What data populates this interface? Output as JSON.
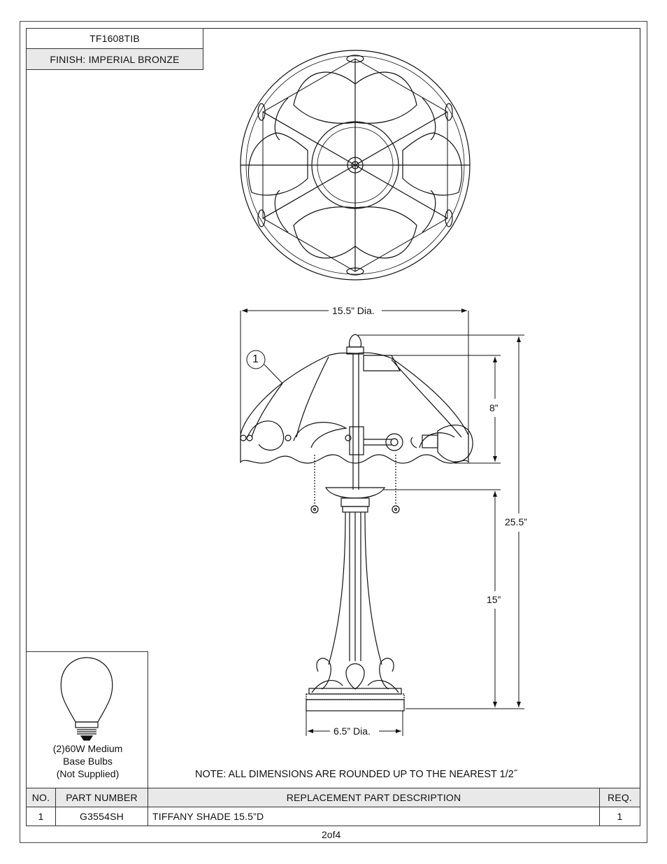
{
  "title_block": {
    "model": "TF1608TIB",
    "finish": "FINISH: IMPERIAL BRONZE"
  },
  "dimensions": {
    "shade_diameter": "15.5” Dia.",
    "shade_height": "8”",
    "overall_height": "25.5”",
    "base_height": "15”",
    "base_diameter": "6.5” Dia.",
    "callout": "1"
  },
  "bulb": {
    "line1": "(2)60W Medium",
    "line2": "Base Bulbs",
    "line3": "(Not Supplied)"
  },
  "note": "NOTE:  ALL DIMENSIONS ARE ROUNDED UP TO THE NEAREST  1/2˝",
  "parts_table": {
    "headers": [
      "NO.",
      "PART NUMBER",
      "REPLACEMENT PART DESCRIPTION",
      "REQ."
    ],
    "rows": [
      {
        "no": "1",
        "part_number": "G3554SH",
        "description": "TIFFANY SHADE 15.5”D",
        "req": "1"
      }
    ]
  },
  "page": "2of4"
}
